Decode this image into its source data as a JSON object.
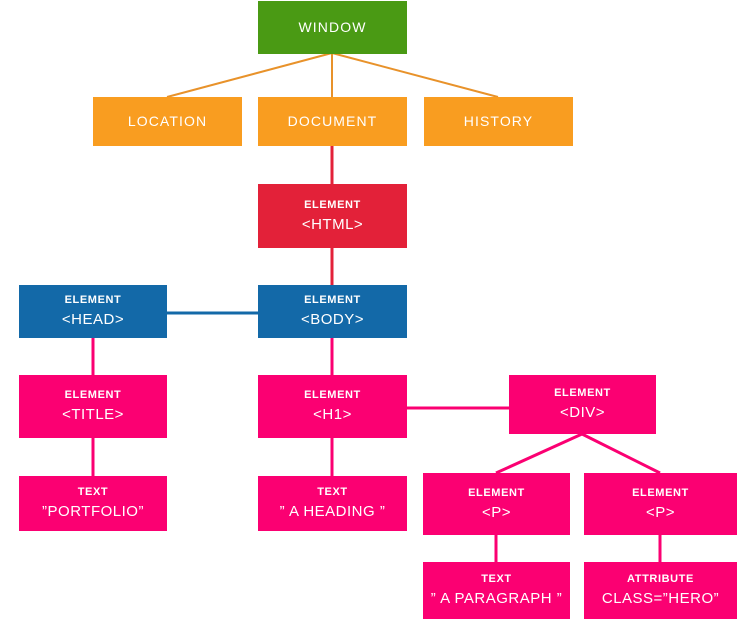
{
  "diagram": {
    "title": "DOM Tree Diagram",
    "background": "#ffffff",
    "colors": {
      "window": "#4a9a14",
      "browser_object": "#f99d20",
      "html_element": "#e32139",
      "structural_element": "#1369a8",
      "element": "#fb0072"
    }
  },
  "nodes": {
    "window": {
      "kind": "",
      "value": "WINDOW"
    },
    "location": {
      "kind": "",
      "value": "LOCATION"
    },
    "document": {
      "kind": "",
      "value": "DOCUMENT"
    },
    "history": {
      "kind": "",
      "value": "HISTORY"
    },
    "html": {
      "kind": "ELEMENT",
      "value": "<HTML>"
    },
    "head": {
      "kind": "ELEMENT",
      "value": "<HEAD>"
    },
    "body": {
      "kind": "ELEMENT",
      "value": "<BODY>"
    },
    "title": {
      "kind": "ELEMENT",
      "value": "<TITLE>"
    },
    "h1": {
      "kind": "ELEMENT",
      "value": "<H1>"
    },
    "div": {
      "kind": "ELEMENT",
      "value": "<DIV>"
    },
    "text_portfolio": {
      "kind": "TEXT",
      "value": "”PORTFOLIO”"
    },
    "text_heading": {
      "kind": "TEXT",
      "value": "” A HEADING ”"
    },
    "p_left": {
      "kind": "ELEMENT",
      "value": "<P>"
    },
    "p_right": {
      "kind": "ELEMENT",
      "value": "<P>"
    },
    "text_paragraph": {
      "kind": "TEXT",
      "value": "” A PARAGRAPH ”"
    },
    "attr_class": {
      "kind": "ATTRIBUTE",
      "value": "CLASS=”HERO”"
    }
  }
}
